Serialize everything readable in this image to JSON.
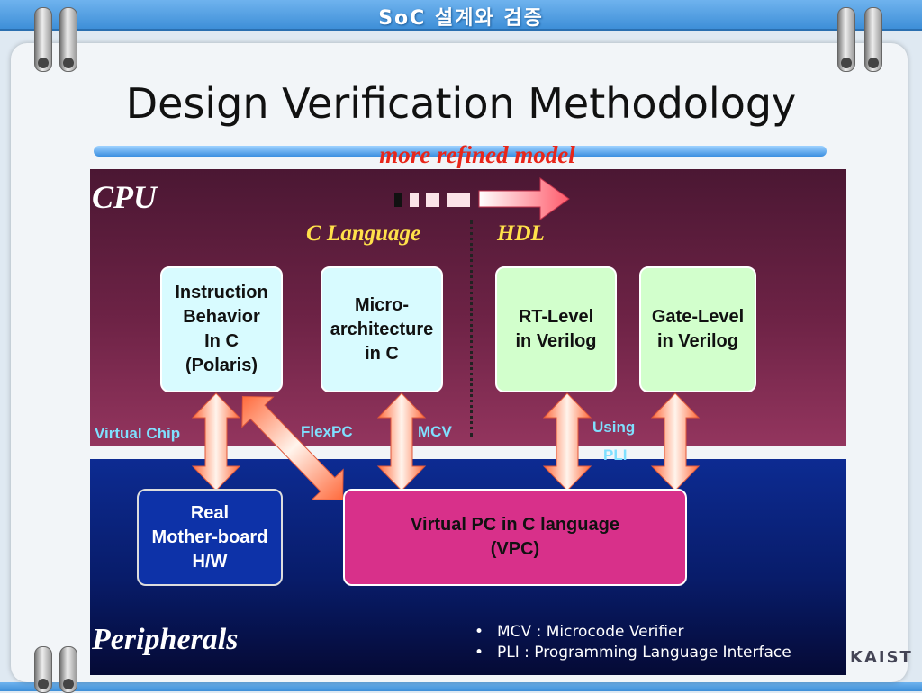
{
  "header": {
    "title": "SoC 설계와 검증"
  },
  "slide": {
    "title": "Design Verification Methodology",
    "refined_label": "more refined model"
  },
  "regions": {
    "cpu": "CPU",
    "peripherals": "Peripherals"
  },
  "languages": {
    "c": "C Language",
    "hdl": "HDL"
  },
  "boxes": {
    "instruction": [
      "Instruction",
      "Behavior",
      "In C",
      "(Polaris)"
    ],
    "micro": [
      "Micro-",
      "architecture",
      "in C"
    ],
    "rtl": [
      "RT-Level",
      "in Verilog"
    ],
    "gate": [
      "Gate-Level",
      "in Verilog"
    ],
    "real": [
      "Real",
      "Mother-board",
      "H/W"
    ],
    "vpc": [
      "Virtual PC in C language",
      "(VPC)"
    ]
  },
  "connectors": {
    "virtual_chip": "Virtual Chip",
    "flexpc": "FlexPC",
    "mcv": "MCV",
    "using_pli_1": "Using",
    "using_pli_2": "PLI"
  },
  "legend": [
    {
      "bullet": "•",
      "text": "MCV : Microcode Verifier"
    },
    {
      "bullet": "•",
      "text": "PLI : Programming Language Interface"
    }
  ],
  "logo": {
    "text": "KAIST"
  },
  "colors": {
    "cpu_region": "#6e2346",
    "peripheral_region": "#081c6a",
    "c_model_box": "#d8fbff",
    "hdl_box": "#d2ffcc",
    "vpc_box": "#d8308a",
    "real_box": "#0d32a8",
    "accent_red": "#e8261a",
    "language_yellow": "#ffe14a",
    "connector_label": "#7fe0ff"
  }
}
